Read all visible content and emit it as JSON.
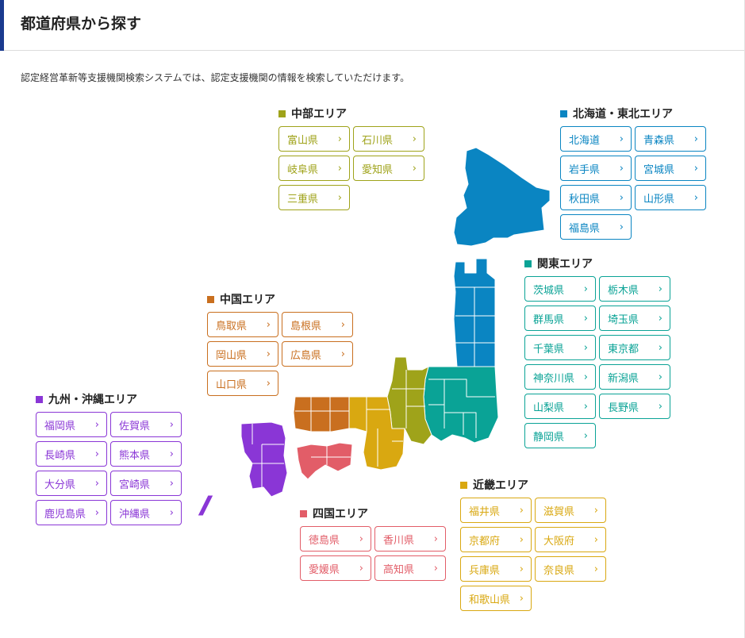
{
  "header": {
    "title": "都道府県から探す"
  },
  "description": "認定経営革新等支援機関検索システムでは、認定支援機関の情報を検索していただけます。",
  "chevron": "›",
  "colors": {
    "hokkaido_tohoku": "#0a85c2",
    "kanto": "#0aa396",
    "chubu": "#9fa31a",
    "kinki": "#d9a811",
    "chugoku": "#c96f1f",
    "shikoku": "#e25d68",
    "kyushu": "#8a36d6"
  },
  "areas": {
    "chubu": {
      "title": "中部エリア",
      "prefs": [
        "富山県",
        "石川県",
        "岐阜県",
        "愛知県",
        "三重県"
      ]
    },
    "hokkaido_tohoku": {
      "title": "北海道・東北エリア",
      "prefs": [
        "北海道",
        "青森県",
        "岩手県",
        "宮城県",
        "秋田県",
        "山形県",
        "福島県"
      ]
    },
    "kanto": {
      "title": "関東エリア",
      "prefs": [
        "茨城県",
        "栃木県",
        "群馬県",
        "埼玉県",
        "千葉県",
        "東京都",
        "神奈川県",
        "新潟県",
        "山梨県",
        "長野県",
        "静岡県"
      ]
    },
    "chugoku": {
      "title": "中国エリア",
      "prefs": [
        "鳥取県",
        "島根県",
        "岡山県",
        "広島県",
        "山口県"
      ]
    },
    "kyushu": {
      "title": "九州・沖縄エリア",
      "prefs": [
        "福岡県",
        "佐賀県",
        "長崎県",
        "熊本県",
        "大分県",
        "宮崎県",
        "鹿児島県",
        "沖縄県"
      ]
    },
    "shikoku": {
      "title": "四国エリア",
      "prefs": [
        "徳島県",
        "香川県",
        "愛媛県",
        "高知県"
      ]
    },
    "kinki": {
      "title": "近畿エリア",
      "prefs": [
        "福井県",
        "滋賀県",
        "京都府",
        "大阪府",
        "兵庫県",
        "奈良県",
        "和歌山県"
      ]
    }
  }
}
